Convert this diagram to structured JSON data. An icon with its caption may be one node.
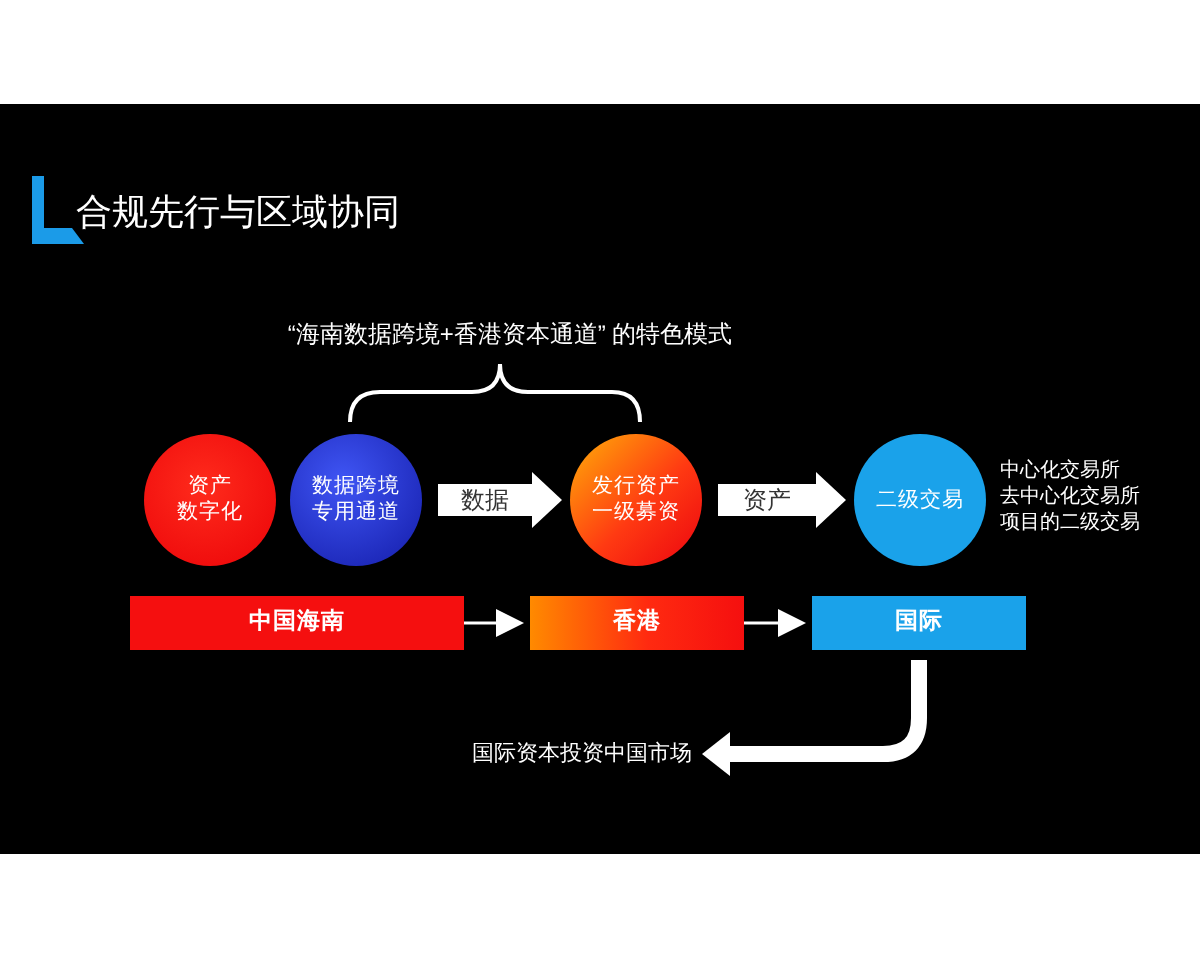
{
  "diagram": {
    "title": "合规先行与区域协同",
    "nodes": [
      {
        "text": [
          "资产数字化"
        ]
      },
      {
        "text": [
          "数据跨境专用通道"
        ]
      },
      {
        "text": [
          "发行资产一级募资"
        ]
      },
      {
        "text": [
          "二级交易"
        ],
        "beside": [
          "中心化交易所",
          "去中心化交易所",
          "项目的二级交易"
        ]
      },
      {
        "text": [
          "中国海南"
        ]
      },
      {
        "text": [
          "香港"
        ]
      },
      {
        "text": [
          "国际"
        ]
      },
      {
        "text": [
          "国际资本投资中国市场"
        ]
      }
    ],
    "edges": [
      {
        "from": 1,
        "to": 2,
        "arrow": "to",
        "label": "数据",
        "style": "thick"
      },
      {
        "from": 2,
        "to": 3,
        "arrow": "to",
        "label": "资产",
        "style": "thick"
      },
      {
        "from": 4,
        "to": 5,
        "arrow": "to"
      },
      {
        "from": 5,
        "to": 6,
        "arrow": "to"
      },
      {
        "from": 6,
        "to": 7,
        "arrow": "to"
      }
    ],
    "labels": [
      "“海南数据跨境+香港资本通道” 的特色模式"
    ]
  }
}
